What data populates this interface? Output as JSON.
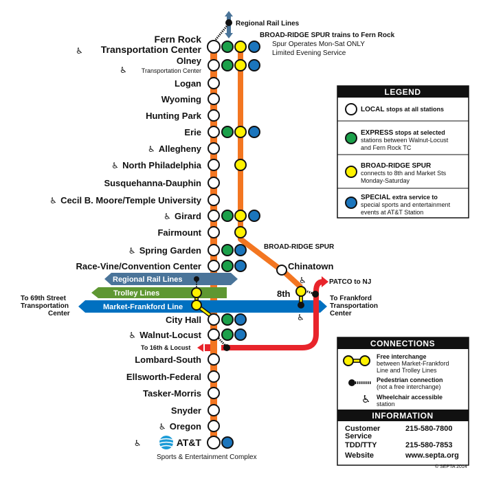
{
  "map": {
    "regional_rail_top": "Regional Rail Lines",
    "spur_title": "BROAD-RIDGE SPUR trains to Fern Rock",
    "spur_note1": "Spur Operates Mon-Sat ONLY",
    "spur_note2": "Limited Evening Service",
    "spur_label": "BROAD-RIDGE SPUR",
    "chinatown": "Chinatown",
    "eighth": "8th",
    "patco": "PATCO to NJ",
    "to_69th": "To 69th Street\nTransportation\nCenter",
    "to_frankford": "To Frankford\nTransportation\nCenter",
    "to_16th": "To 16th & Locust",
    "band_regional": "Regional Rail Lines",
    "band_trolley": "Trolley  Lines",
    "band_mfl": "Market-Frankford Line",
    "att_sub": "Sports & Entertainment Complex",
    "copyright": "© SEPTA 2014"
  },
  "colors": {
    "broad_street_orange": "#F37621",
    "express_green": "#1BA04A",
    "spur_yellow": "#FFF200",
    "special_blue": "#1B75BC",
    "regional_rail": "#4A7499",
    "trolley": "#5E9732",
    "mfl_blue": "#0070C0",
    "patco_red": "#E8242B"
  },
  "stations": [
    {
      "name": "Fern Rock",
      "name2": "Transportation Center",
      "sub": "",
      "wheelchair": true,
      "express": true,
      "spur": true,
      "special": true
    },
    {
      "name": "Olney",
      "name2": "",
      "sub": "Transportation Center",
      "wheelchair": true,
      "express": true,
      "spur": true,
      "special": true
    },
    {
      "name": "Logan",
      "name2": "",
      "sub": "",
      "wheelchair": false,
      "express": false,
      "spur": false,
      "special": false
    },
    {
      "name": "Wyoming",
      "name2": "",
      "sub": "",
      "wheelchair": false,
      "express": false,
      "spur": false,
      "special": false
    },
    {
      "name": "Hunting Park",
      "name2": "",
      "sub": "",
      "wheelchair": false,
      "express": false,
      "spur": false,
      "special": false
    },
    {
      "name": "Erie",
      "name2": "",
      "sub": "",
      "wheelchair": false,
      "express": true,
      "spur": true,
      "special": true
    },
    {
      "name": "Allegheny",
      "name2": "",
      "sub": "",
      "wheelchair": true,
      "express": false,
      "spur": false,
      "special": false
    },
    {
      "name": "North Philadelphia",
      "name2": "",
      "sub": "",
      "wheelchair": true,
      "express": false,
      "spur": true,
      "special": false
    },
    {
      "name": "Susquehanna-Dauphin",
      "name2": "",
      "sub": "",
      "wheelchair": false,
      "express": false,
      "spur": false,
      "special": false
    },
    {
      "name": "Cecil B. Moore/Temple University",
      "name2": "",
      "sub": "",
      "wheelchair": true,
      "express": false,
      "spur": false,
      "special": false
    },
    {
      "name": "Girard",
      "name2": "",
      "sub": "",
      "wheelchair": true,
      "express": true,
      "spur": true,
      "special": true
    },
    {
      "name": "Fairmount",
      "name2": "",
      "sub": "",
      "wheelchair": false,
      "express": false,
      "spur": true,
      "special": false
    },
    {
      "name": "Spring Garden",
      "name2": "",
      "sub": "",
      "wheelchair": true,
      "express": true,
      "spur": false,
      "special": true
    },
    {
      "name": "Race-Vine/Convention Center",
      "name2": "",
      "sub": "",
      "wheelchair": false,
      "express": true,
      "spur": false,
      "special": true
    },
    {
      "name": "City Hall",
      "name2": "",
      "sub": "",
      "wheelchair": false,
      "express": true,
      "spur": false,
      "special": true
    },
    {
      "name": "Walnut-Locust",
      "name2": "",
      "sub": "",
      "wheelchair": true,
      "express": true,
      "spur": false,
      "special": true
    },
    {
      "name": "Lombard-South",
      "name2": "",
      "sub": "",
      "wheelchair": false,
      "express": false,
      "spur": false,
      "special": false
    },
    {
      "name": "Ellsworth-Federal",
      "name2": "",
      "sub": "",
      "wheelchair": false,
      "express": false,
      "spur": false,
      "special": false
    },
    {
      "name": "Tasker-Morris",
      "name2": "",
      "sub": "",
      "wheelchair": false,
      "express": false,
      "spur": false,
      "special": false
    },
    {
      "name": "Snyder",
      "name2": "",
      "sub": "",
      "wheelchair": false,
      "express": false,
      "spur": false,
      "special": false
    },
    {
      "name": "Oregon",
      "name2": "",
      "sub": "",
      "wheelchair": true,
      "express": false,
      "spur": false,
      "special": false
    },
    {
      "name": "AT&T",
      "name2": "",
      "sub": "",
      "wheelchair": true,
      "express": false,
      "spur": false,
      "special": true
    }
  ],
  "legend": {
    "title": "LEGEND",
    "local_bold": "LOCAL",
    "local_text": " stops at all stations",
    "express_bold": "EXPRESS",
    "express_text": " stops at selected",
    "express_text2": "stations between Walnut-Locust",
    "express_text3": "and Fern Rock TC",
    "spur_bold": "BROAD-RIDGE SPUR",
    "spur_text": "connects to 8th and Market Sts",
    "spur_text2": "Monday-Saturday",
    "special_bold": "SPECIAL",
    "special_text": " extra service to",
    "special_text2": "special sports and entertainment",
    "special_text3": "events at AT&T Station"
  },
  "connections": {
    "title": "CONNECTIONS",
    "free_bold": "Free interchange",
    "free_text": "between Market-Frankford",
    "free_text2": "Line and Trolley Lines",
    "ped_bold": "Pedestrian connection",
    "ped_text": "(not a free interchange)",
    "wc_bold": "Wheelchair accessible",
    "wc_text": "station"
  },
  "information": {
    "title": "INFORMATION",
    "rows": [
      {
        "label": "Customer",
        "label2": "Service",
        "value": "215-580-7800"
      },
      {
        "label": "TDD/TTY",
        "label2": "",
        "value": "215-580-7853"
      },
      {
        "label": "Website",
        "label2": "",
        "value": "www.septa.org"
      }
    ]
  }
}
